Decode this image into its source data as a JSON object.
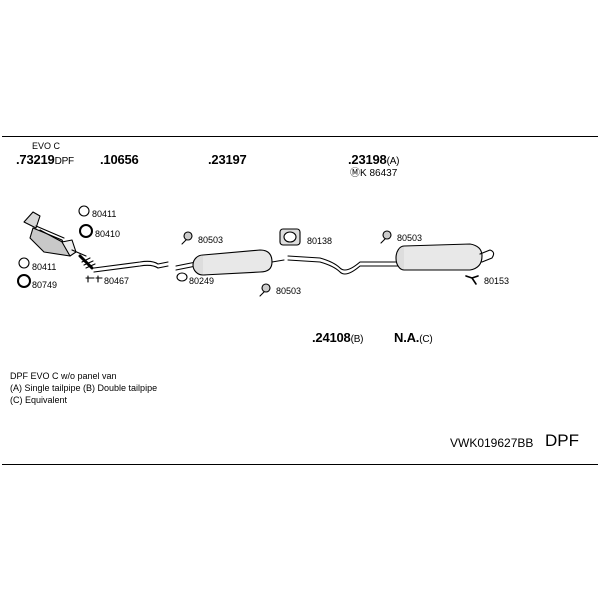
{
  "header": {
    "evo_label": "EVO C",
    "part_73219": ".73219",
    "part_73219_suffix": "DPF",
    "part_10656": ".10656",
    "part_23197": ".23197",
    "part_23198": ".23198",
    "part_23198_suffix": "(A)",
    "kit_line": "ⓂK 86437"
  },
  "callouts": {
    "c80411a": "80411",
    "c80410": "80410",
    "c80411b": "80411",
    "c80749": "80749",
    "c80467": "80467",
    "c80503a": "80503",
    "c80249": "80249",
    "c80503b": "80503",
    "c80138": "80138",
    "c80503c": "80503",
    "c80153": "80153"
  },
  "mid": {
    "part_24108": ".24108",
    "part_24108_suffix": "(B)",
    "na": "N.A.",
    "na_suffix": "(C)"
  },
  "notes": {
    "line1": "DPF EVO C   w/o panel van",
    "line2": "(A) Single tailpipe (B) Double tailpipe",
    "line3": "(C) Equivalent"
  },
  "footer": {
    "code": "VWK019627BB",
    "tag": "DPF"
  }
}
